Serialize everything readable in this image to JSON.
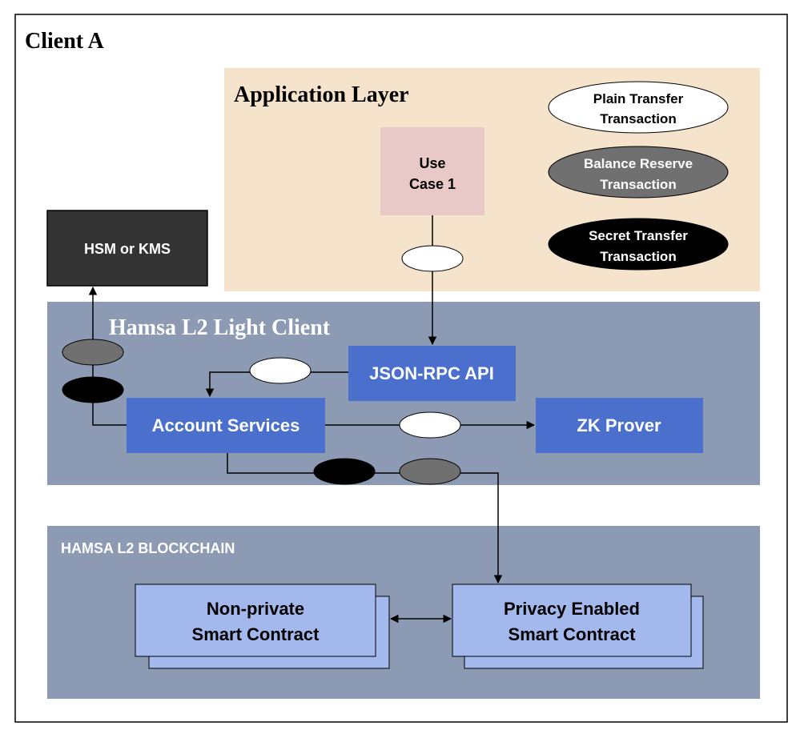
{
  "client": {
    "title": "Client A"
  },
  "application_layer": {
    "title": "Application Layer",
    "use_case": {
      "line1": "Use",
      "line2": "Case 1"
    }
  },
  "legend": {
    "plain": {
      "line1": "Plain Transfer",
      "line2": "Transaction",
      "color": "#ffffff"
    },
    "reserve": {
      "line1": "Balance Reserve",
      "line2": "Transaction",
      "color": "#707070"
    },
    "secret": {
      "line1": "Secret Transfer",
      "line2": "Transaction",
      "color": "#000000"
    }
  },
  "hsm": {
    "label": "HSM or KMS"
  },
  "light_client": {
    "title": "Hamsa L2 Light Client",
    "json_rpc": "JSON-RPC API",
    "account_services": "Account Services",
    "zk_prover": "ZK Prover"
  },
  "blockchain": {
    "title": "HAMSA L2 BLOCKCHAIN",
    "non_private": {
      "line1": "Non-private",
      "line2": "Smart Contract"
    },
    "privacy": {
      "line1": "Privacy Enabled",
      "line2": "Smart Contract"
    }
  },
  "colors": {
    "app_layer_bg": "#f5e3cc",
    "use_case_bg": "#e9c8c8",
    "light_client_bg": "#8c9bb3",
    "blockchain_bg": "#8c9bb3",
    "service_box": "#4a6fcc",
    "contract_box": "#a3b8ec",
    "hsm_bg": "#333333"
  }
}
